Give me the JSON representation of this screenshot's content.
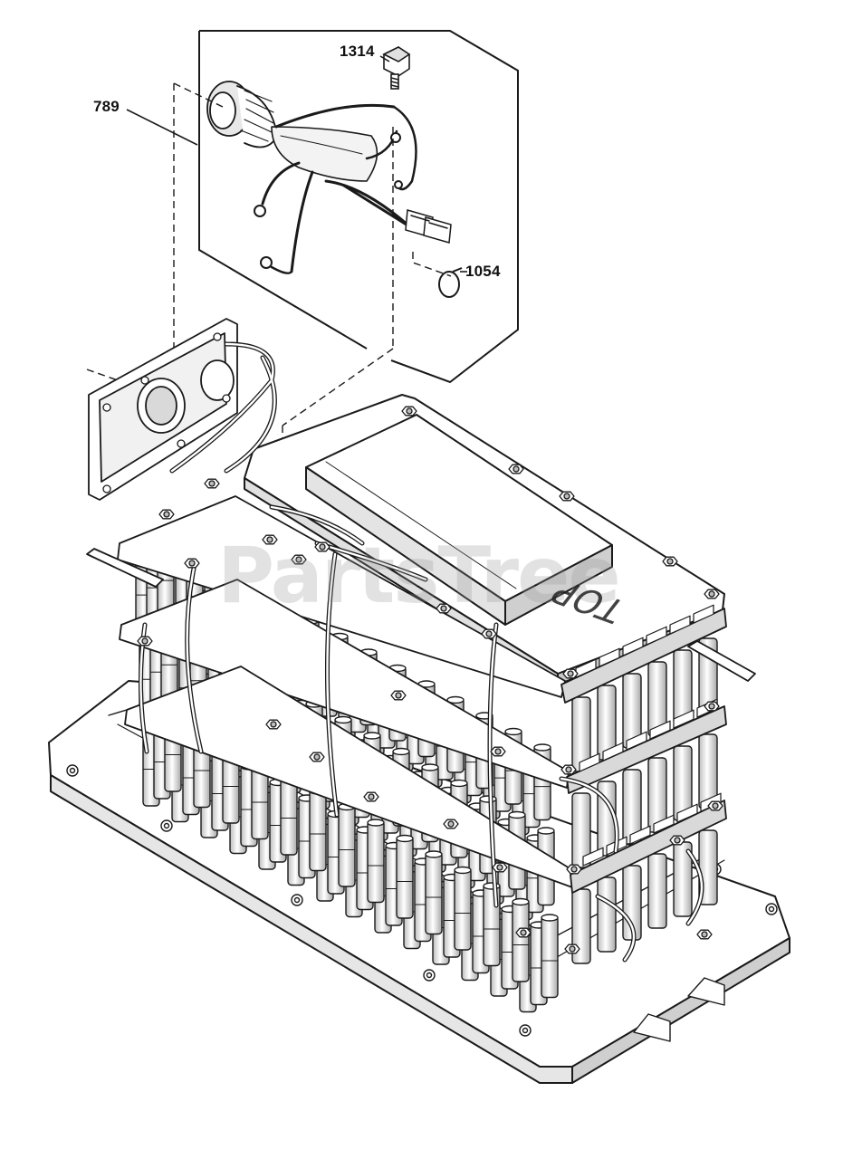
{
  "diagram": {
    "callouts": [
      {
        "id": "c1314",
        "label": "1314"
      },
      {
        "id": "c789",
        "label": "789"
      },
      {
        "id": "c1054",
        "label": "1054"
      }
    ],
    "embossed_text": "TOP",
    "watermark": "PartsTree",
    "colors": {
      "line": "#1a1a1a",
      "fill": "#ffffff",
      "shade": "#d9d9d9",
      "dark_shade": "#9a9a9a"
    }
  }
}
